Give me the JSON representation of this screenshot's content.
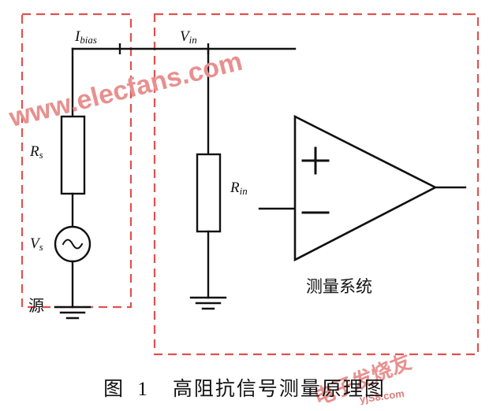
{
  "figure": {
    "caption_number": "图 1",
    "caption_text": "高阻抗信号测量原理图"
  },
  "labels": {
    "i_bias": {
      "symbol": "I",
      "sub": "bias"
    },
    "v_in": {
      "symbol": "V",
      "sub": "in"
    },
    "r_s": {
      "symbol": "R",
      "sub": "s"
    },
    "v_s": {
      "symbol": "V",
      "sub": "s"
    },
    "r_in": {
      "symbol": "R",
      "sub": "in"
    },
    "source_block": "源",
    "measurement_block": "测量系统",
    "opamp_plus": "+",
    "opamp_minus": "−"
  },
  "watermarks": {
    "main": "www.elecfans.com",
    "corner": "电子发烧友",
    "small": "yjS8.com"
  },
  "colors": {
    "watermark": "#e8908f",
    "dashed_box": "#e0514f",
    "wire": "#111111"
  }
}
